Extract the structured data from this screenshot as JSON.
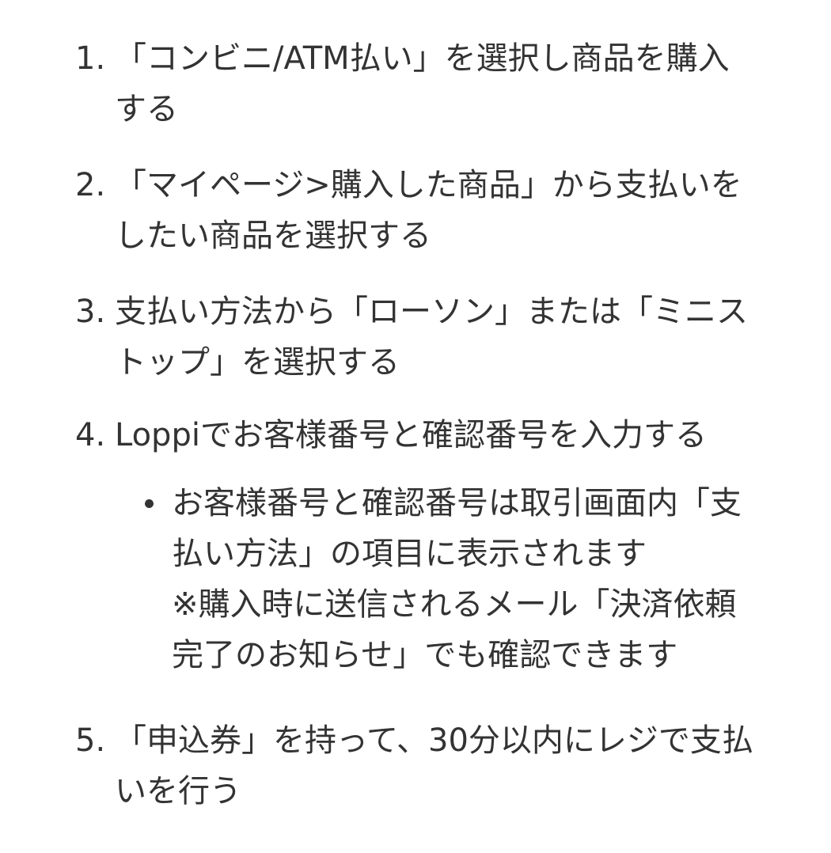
{
  "steps": [
    {
      "number": "1.",
      "text": "「コンビニ/ATM払い」を選択し商品を購入\nする"
    },
    {
      "number": "2.",
      "text": "「マイページ>購入した商品」から支払いを\nしたい商品を選択する"
    },
    {
      "number": "3.",
      "text": "支払い方法から「ローソン」または「ミニス\nトップ」を選択する"
    },
    {
      "number": "4.",
      "text": "Loppiでお客様番号と確認番号を入力する"
    },
    {
      "number": "5.",
      "text": "「申込券」を持って、30分以内にレジで支払\nいを行う"
    }
  ],
  "note": {
    "text": "お客様番号と確認番号は取引画面内「支\n払い方法」の項目に表示されます",
    "remark": "※購入時に送信されるメール「決済依頼\n完了のお知らせ」でも確認できます"
  }
}
